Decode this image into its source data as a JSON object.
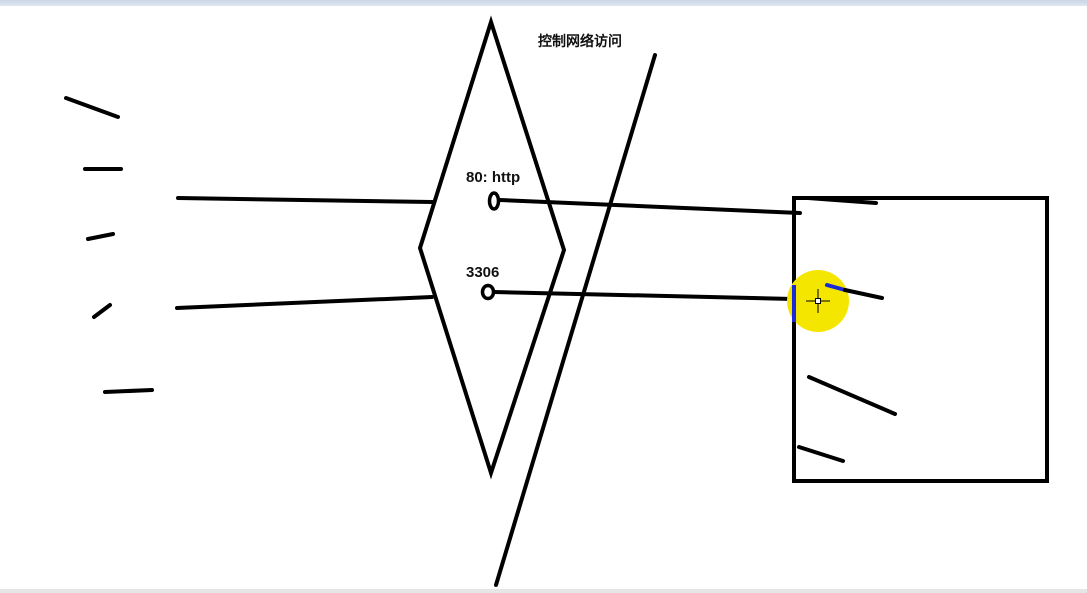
{
  "window": {
    "title_bar_color": "#c9d6e6"
  },
  "diagram": {
    "title": "控制网络访问",
    "ports": [
      {
        "label": "80: http"
      },
      {
        "label": "3306"
      }
    ],
    "colors": {
      "stroke": "#000000",
      "cursor_highlight": "#f5e600",
      "cursor_accent": "#1a2bd6"
    }
  },
  "cursor": {
    "icon": "crosshair-move-icon"
  }
}
